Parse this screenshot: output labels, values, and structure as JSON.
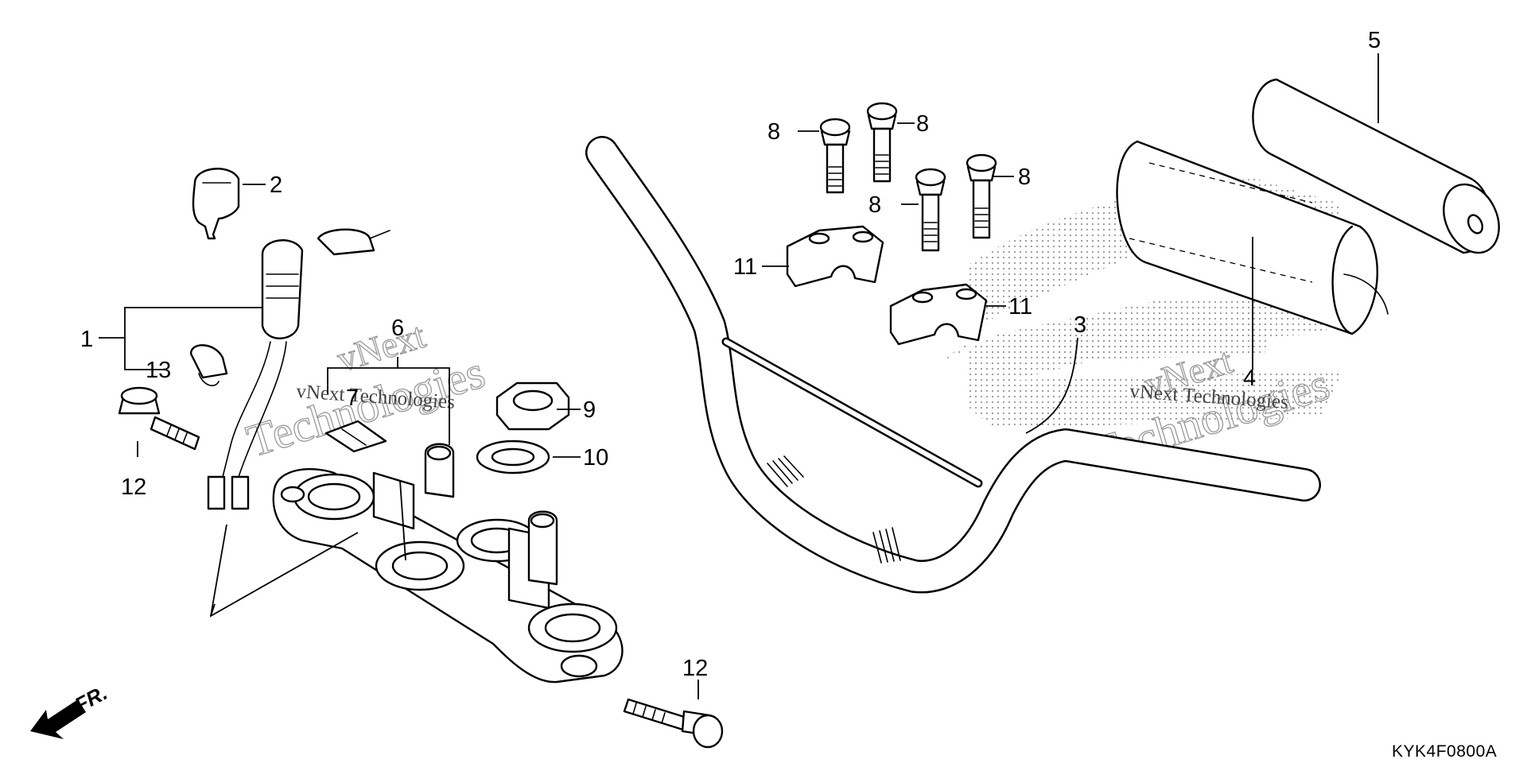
{
  "diagram": {
    "drawing_code": "KYK4F0800A",
    "direction_label": "FR.",
    "watermark": {
      "line1": "vNext",
      "line2": "Technologies",
      "inline": "vNext Technologies"
    },
    "callouts": [
      {
        "id": "c1",
        "label": "1",
        "part": "ignition switch assembly"
      },
      {
        "id": "c2",
        "label": "2",
        "part": "key"
      },
      {
        "id": "c3",
        "label": "3",
        "part": "handlebar"
      },
      {
        "id": "c4",
        "label": "4",
        "part": "handlebar pad"
      },
      {
        "id": "c5",
        "label": "5",
        "part": "pad insert"
      },
      {
        "id": "c6",
        "label": "6",
        "part": "top bridge"
      },
      {
        "id": "c7",
        "label": "7",
        "part": "plate"
      },
      {
        "id": "c8a",
        "label": "8",
        "part": "bolt"
      },
      {
        "id": "c8b",
        "label": "8",
        "part": "bolt"
      },
      {
        "id": "c8c",
        "label": "8",
        "part": "bolt"
      },
      {
        "id": "c8d",
        "label": "8",
        "part": "bolt"
      },
      {
        "id": "c9",
        "label": "9",
        "part": "nut"
      },
      {
        "id": "c10",
        "label": "10",
        "part": "washer"
      },
      {
        "id": "c11a",
        "label": "11",
        "part": "handlebar holder"
      },
      {
        "id": "c11b",
        "label": "11",
        "part": "handlebar holder"
      },
      {
        "id": "c12a",
        "label": "12",
        "part": "flange bolt"
      },
      {
        "id": "c12b",
        "label": "12",
        "part": "flange bolt"
      },
      {
        "id": "c13",
        "label": "13",
        "part": "clamp"
      }
    ]
  }
}
